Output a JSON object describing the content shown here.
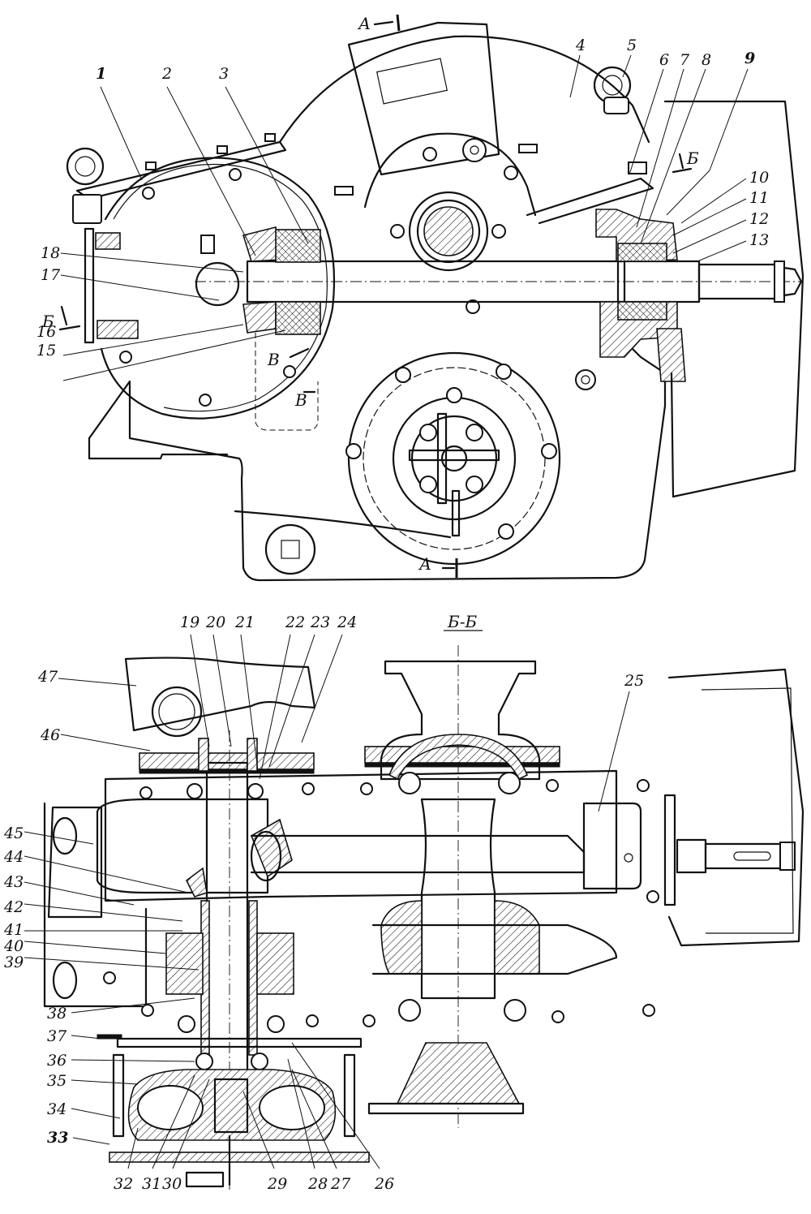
{
  "figure": {
    "top_view": {
      "section_markers": {
        "a_top": "А",
        "a_bottom": "А",
        "b_left": "Б",
        "b_right": "Б",
        "v_upper": "В",
        "v_lower": "В"
      },
      "callouts": [
        "1",
        "2",
        "3",
        "4",
        "5",
        "6",
        "7",
        "8",
        "9",
        "10",
        "11",
        "12",
        "13",
        "15",
        "16",
        "17",
        "18"
      ]
    },
    "bottom_view": {
      "section_title": "Б-Б",
      "callouts": [
        "19",
        "20",
        "21",
        "22",
        "23",
        "24",
        "25",
        "26",
        "27",
        "28",
        "29",
        "30",
        "31",
        "32",
        "33",
        "34",
        "35",
        "36",
        "37",
        "38",
        "39",
        "40",
        "41",
        "42",
        "43",
        "44",
        "45",
        "46",
        "47"
      ]
    }
  }
}
